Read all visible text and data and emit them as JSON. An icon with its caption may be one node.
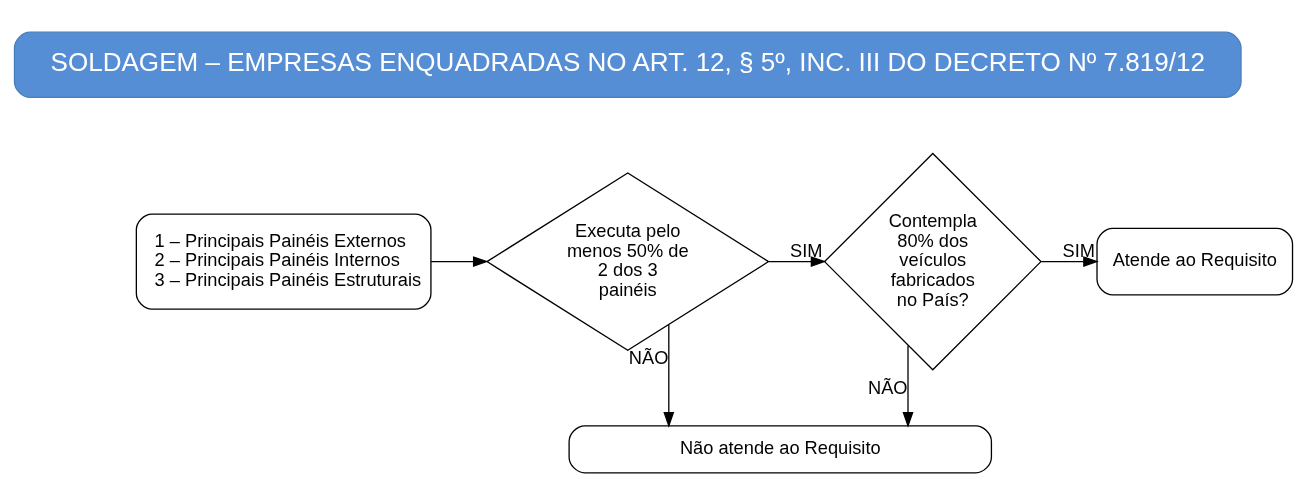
{
  "diagram": {
    "nodes": [
      {
        "text": [
          "SOLDAGEM – EMPRESAS ENQUADRADAS NO ART. 12, § 5º, INC. III DO DECRETO Nº 7.819/12"
        ]
      },
      {
        "text": [
          "1 – Principais Painéis Externos",
          "2 – Principais Painéis Internos",
          "3 – Principais Painéis Estruturais"
        ]
      },
      {
        "text": [
          "Executa pelo menos 50% de 2 dos 3 painéis"
        ]
      },
      {
        "text": [
          "Contempla 80% dos veículos fabricados no País?"
        ]
      },
      {
        "text": [
          "Atende ao Requisito"
        ]
      },
      {
        "text": [
          "Não atende ao Requisito"
        ]
      }
    ],
    "edges": [
      {
        "from": 1,
        "to": 2,
        "arrow": "to"
      },
      {
        "from": 2,
        "to": 3,
        "arrow": "to",
        "label": "SIM"
      },
      {
        "from": 3,
        "to": 4,
        "arrow": "to",
        "label": "SIM"
      },
      {
        "from": 2,
        "to": 5,
        "arrow": "to",
        "label": "NÃO"
      },
      {
        "from": 3,
        "to": 5,
        "arrow": "to",
        "label": "NÃO"
      }
    ]
  }
}
